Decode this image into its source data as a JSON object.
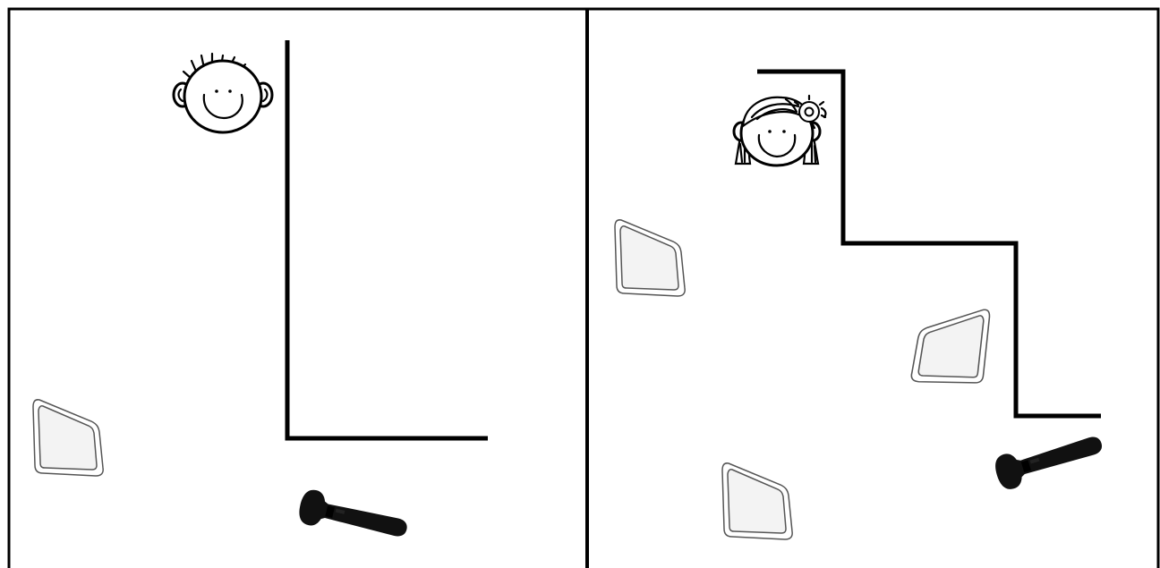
{
  "scene": {
    "panels": [
      {
        "id": "left",
        "character": "boy",
        "wall_segments": 2,
        "mirrors": 1,
        "light_source": "flashlight"
      },
      {
        "id": "right",
        "character": "girl",
        "wall_segments": 5,
        "mirrors": 3,
        "light_source": "flashlight"
      }
    ]
  },
  "icons": {
    "boy": "boy-face-icon",
    "girl": "girl-face-icon",
    "mirror": "mirror-icon",
    "flashlight": "flashlight-icon"
  },
  "colors": {
    "ink": "#000000",
    "mirror_edge": "#555555",
    "mirror_glass": "#f3f3f3",
    "paper": "#ffffff"
  }
}
